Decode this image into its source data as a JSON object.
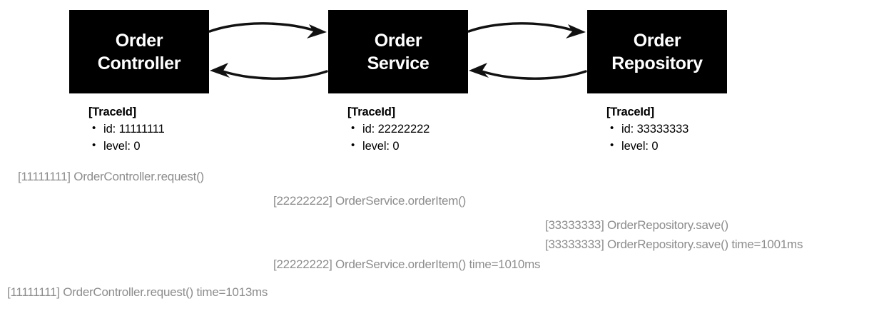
{
  "diagram": {
    "nodes": [
      {
        "id": "order-controller",
        "title_line1": "Order",
        "title_line2": "Controller",
        "trace_title": "[TraceId]",
        "trace_id": "id: 11111111",
        "trace_level": "level: 0"
      },
      {
        "id": "order-service",
        "title_line1": "Order",
        "title_line2": "Service",
        "trace_title": "[TraceId]",
        "trace_id": "id: 22222222",
        "trace_level": "level: 0"
      },
      {
        "id": "order-repository",
        "title_line1": "Order",
        "title_line2": "Repository",
        "trace_title": "[TraceId]",
        "trace_id": "id: 33333333",
        "trace_level": "level: 0"
      }
    ],
    "connections": [
      {
        "from": "order-controller",
        "to": "order-service",
        "direction": "right"
      },
      {
        "from": "order-service",
        "to": "order-controller",
        "direction": "left"
      },
      {
        "from": "order-service",
        "to": "order-repository",
        "direction": "right"
      },
      {
        "from": "order-repository",
        "to": "order-service",
        "direction": "left"
      }
    ],
    "colors": {
      "node_background": "#000000",
      "node_text": "#ffffff",
      "log_text": "#8d8d8d",
      "trace_text": "#000000",
      "page_background": "#ffffff",
      "arrow": "#1a1a1a"
    }
  },
  "logs": [
    {
      "text": "[11111111] OrderController.request()",
      "trace": "11111111",
      "indent": 0
    },
    {
      "text": "[22222222] OrderService.orderItem()",
      "trace": "22222222",
      "indent": 1
    },
    {
      "text": "[33333333] OrderRepository.save()",
      "trace": "33333333",
      "indent": 2
    },
    {
      "text": "[33333333] OrderRepository.save() time=1001ms",
      "trace": "33333333",
      "indent": 2
    },
    {
      "text": "[22222222] OrderService.orderItem() time=1010ms",
      "trace": "22222222",
      "indent": 1
    },
    {
      "text": "[11111111] OrderController.request() time=1013ms",
      "trace": "11111111",
      "indent": 0
    }
  ]
}
